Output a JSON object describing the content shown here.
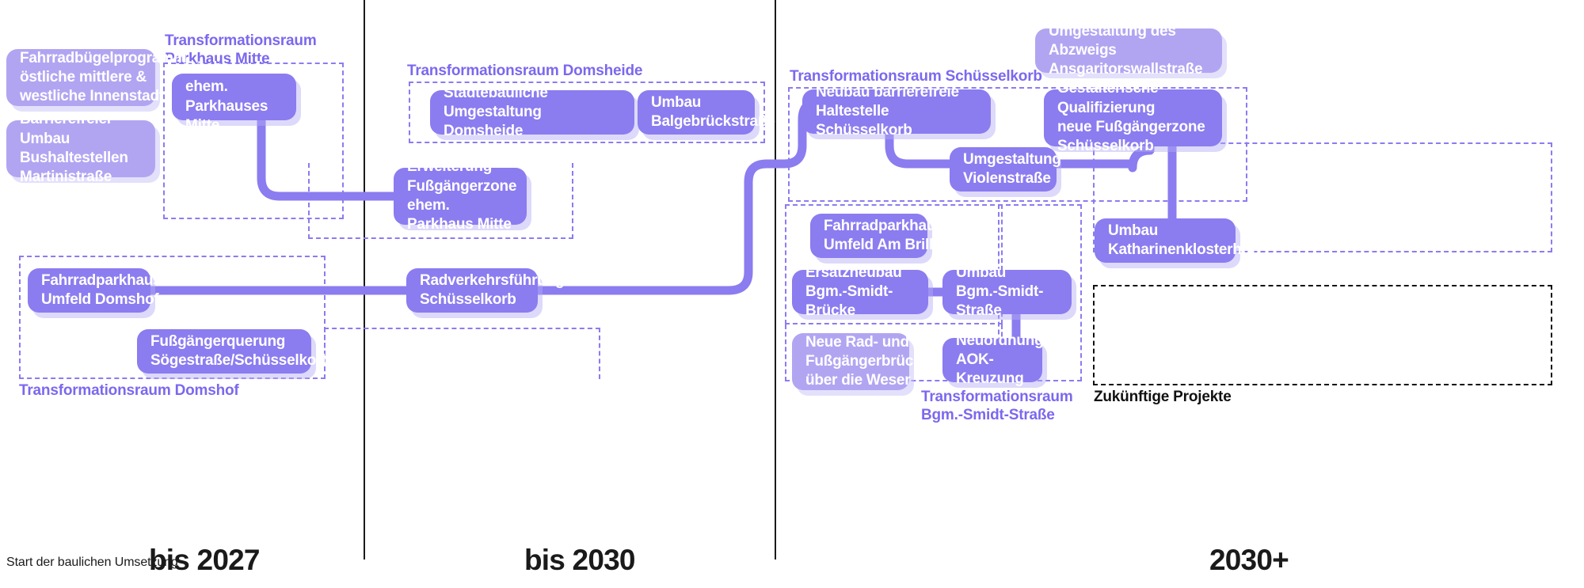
{
  "meta": {
    "accent_purple": "#8b7cf0",
    "light_purple": "#b1a5f2",
    "label_purple": "#7b68ee",
    "ink": "#1a1a1a"
  },
  "timeline": {
    "start_caption": "Start der baulichen Umsetzung",
    "phases": [
      {
        "label": "bis 2027"
      },
      {
        "label": "bis 2030"
      },
      {
        "label": "2030+"
      }
    ]
  },
  "transformation_spaces": [
    {
      "label": "Transformationsraum\nParkhaus Mitte"
    },
    {
      "label": "Transformationsraum Domsheide"
    },
    {
      "label": "Transformationsraum Schüsselkorb"
    },
    {
      "label": "Transformationsraum Domshof"
    },
    {
      "label": "Transformationsraum\nBgm.-Smidt-Straße"
    },
    {
      "label": "Zukünftige Projekte"
    }
  ],
  "projects": [
    {
      "id": "fahrradbuegel",
      "label": "Fahrradbügelprogramm\nöstliche mittlere &\nwestliche Innenstadt",
      "tone": "light"
    },
    {
      "id": "barrierefrei-bus",
      "label": "Barrierefreier Umbau\nBushaltestellen\nMartinistraße",
      "tone": "light"
    },
    {
      "id": "rueckbau-parkhaus",
      "label": "Rückbau des ehem.\nParkhauses Mitte",
      "tone": "solid"
    },
    {
      "id": "staedtebau-domsheide",
      "label": "Städtebauliche Umgestaltung\nDomsheide",
      "tone": "solid"
    },
    {
      "id": "umbau-balgebrueck",
      "label": "Umbau\nBalgebrückstraße",
      "tone": "solid"
    },
    {
      "id": "erweiterung-fuzo",
      "label": "Erweiterung\nFußgängerzone\nehem. Parkhaus Mitte",
      "tone": "solid"
    },
    {
      "id": "fahrradparkhaus-domshof",
      "label": "Fahrradparkhaus\nUmfeld Domshof",
      "tone": "solid"
    },
    {
      "id": "fussgaengerquerung",
      "label": "Fußgängerquerung\nSögestraße/Schüsselkorb",
      "tone": "solid"
    },
    {
      "id": "radverkehr-schuessel",
      "label": "Radverkehrsführung\nSchüsselkorb",
      "tone": "solid"
    },
    {
      "id": "umgestaltung-abzweig",
      "label": "Umgestaltung des Abzweigs\nAnsgaritorswallstraße",
      "tone": "light"
    },
    {
      "id": "neubau-haltestelle",
      "label": "Neubau barrierefreie\nHaltestelle Schüsselkorb",
      "tone": "solid"
    },
    {
      "id": "gestalterische-qual",
      "label": "Gestalterische Qualifizierung\nneue Fußgängerzone\nSchüsselkorb",
      "tone": "solid"
    },
    {
      "id": "umgestaltung-violen",
      "label": "Umgestaltung\nViolenstraße",
      "tone": "solid"
    },
    {
      "id": "umbau-katharinen",
      "label": "Umbau\nKatharinenklosterhof",
      "tone": "solid"
    },
    {
      "id": "fahrradparkhaus-brill",
      "label": "Fahrradparkhaus\nUmfeld Am Brill",
      "tone": "solid"
    },
    {
      "id": "ersatzneubau-bruecke",
      "label": "Ersatzneubau\nBgm.-Smidt-Brücke",
      "tone": "solid"
    },
    {
      "id": "umbau-smidt-strasse",
      "label": "Umbau\nBgm.-Smidt-Straße",
      "tone": "solid"
    },
    {
      "id": "neue-rad-bruecke",
      "label": "Neue Rad- und\nFußgängerbrücke\nüber die Weser",
      "tone": "light"
    },
    {
      "id": "neuordnung-aok",
      "label": "Neuordnung\nAOK-Kreuzung",
      "tone": "solid"
    }
  ]
}
